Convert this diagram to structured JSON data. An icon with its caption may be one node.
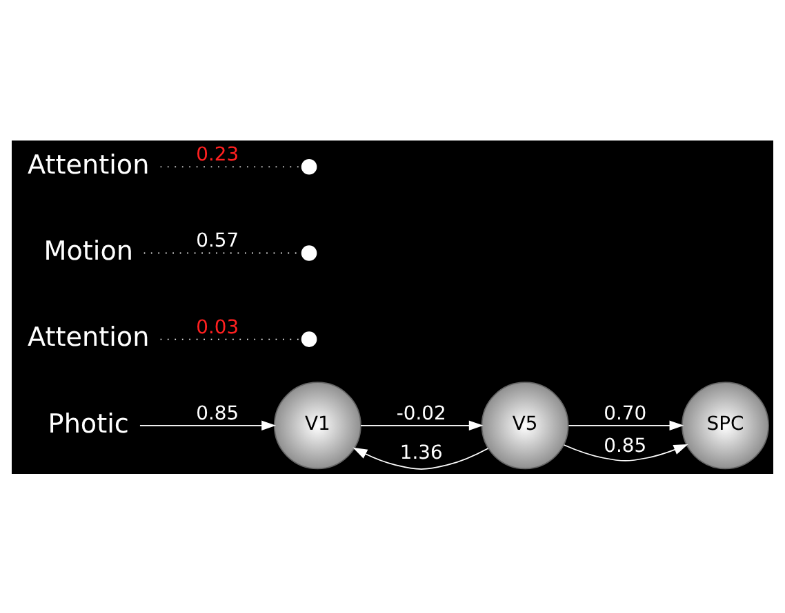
{
  "diagram": {
    "nodes": [
      {
        "text": [
          "Photic"
        ]
      },
      {
        "text": [
          "Attention"
        ]
      },
      {
        "text": [
          "SPC"
        ]
      },
      {
        "text": [
          "V1"
        ]
      },
      {
        "text": [
          "V5"
        ]
      },
      {
        "text": [
          "Motion"
        ]
      },
      {
        "text": [
          "Attention"
        ]
      }
    ],
    "edges": [
      {
        "from": 0,
        "to": 3,
        "arrow": "to",
        "label": "0.85"
      },
      {
        "from": 4,
        "to": 3,
        "arrow": "to",
        "label": "1.36"
      },
      {
        "from": 3,
        "to": 4,
        "arrow": "to",
        "label": "-0.02"
      },
      {
        "from": 4,
        "to": 2,
        "arrow": "to",
        "label": "0.70"
      },
      {
        "from": 4,
        "to": 2,
        "arrow": "to",
        "label": "0.85"
      },
      {
        "from": 1,
        "to": null,
        "arrow": "other",
        "style": "dashed",
        "label": "0.03"
      },
      {
        "from": 5,
        "to": null,
        "arrow": "other",
        "style": "dashed",
        "label": "0.57"
      },
      {
        "from": 6,
        "to": null,
        "arrow": "other",
        "style": "dashed",
        "label": "0.23"
      }
    ]
  }
}
